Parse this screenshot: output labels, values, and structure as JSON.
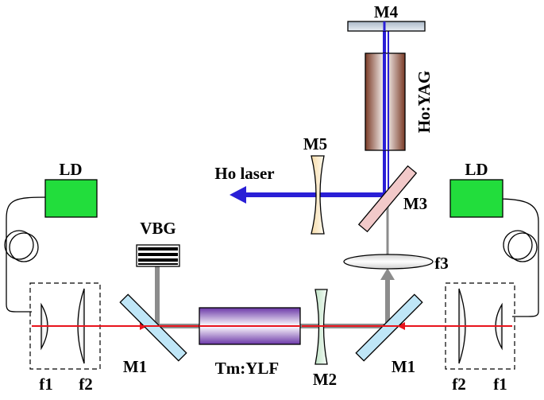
{
  "labels": {
    "m4": "M4",
    "ho_yag": "Ho:YAG",
    "m5": "M5",
    "ho_laser": "Ho laser",
    "m3": "M3",
    "ld_left": "LD",
    "ld_right": "LD",
    "vbg": "VBG",
    "f3": "f3",
    "m1_left": "M1",
    "m1_right": "M1",
    "tm_ylf": "Tm:YLF",
    "m2": "M2",
    "f1_left": "f1",
    "f2_left": "f2",
    "f2_right": "f2",
    "f1_right": "f1"
  },
  "colors": {
    "pump_beam": "#e8141c",
    "tm_beam": "#8c8c8c",
    "ho_beam": "#2a1fd6",
    "ld_fill": "#22dd3c",
    "m1_fill": "#bfe6f7",
    "m3_fill": "#f2c9c9",
    "m5_fill": "#fff0d0",
    "m2_fill": "#e6f5e8",
    "ho_yag_crystal": "#7a3a26",
    "tm_ylf_crystal": "#6b37a8"
  }
}
